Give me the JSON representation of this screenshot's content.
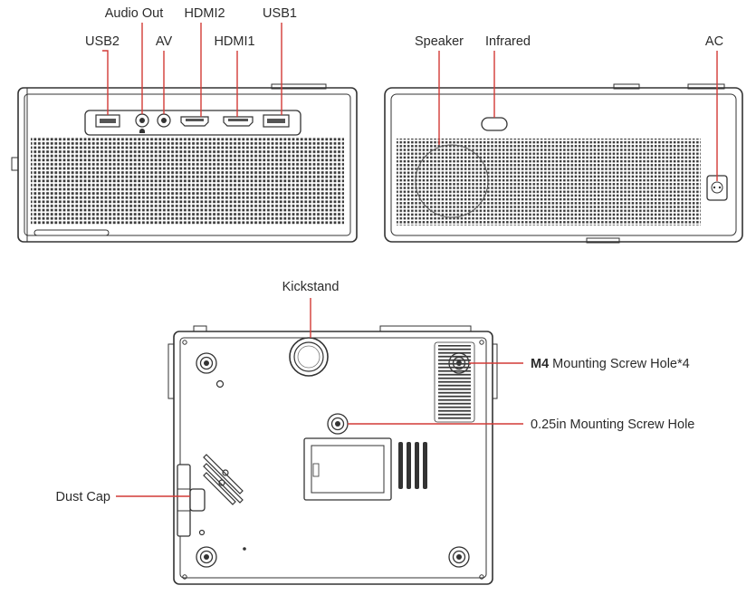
{
  "front_view": {
    "labels": {
      "usb2": "USB2",
      "audio_out": "Audio Out",
      "av": "AV",
      "hdmi2": "HDMI2",
      "hdmi1": "HDMI1",
      "usb1": "USB1"
    }
  },
  "back_view": {
    "labels": {
      "speaker": "Speaker",
      "infrared": "Infrared",
      "ac": "AC"
    }
  },
  "bottom_view": {
    "labels": {
      "kickstand": "Kickstand",
      "m4_screw_prefix": "M4",
      "m4_screw_rest": " Mounting Screw Hole*4",
      "quarter_inch_screw": "0.25in Mounting Screw Hole",
      "dust_cap": "Dust Cap"
    }
  },
  "colors": {
    "callout": "#d23a36",
    "outline": "#333333",
    "label_text": "#2b2b2b"
  }
}
